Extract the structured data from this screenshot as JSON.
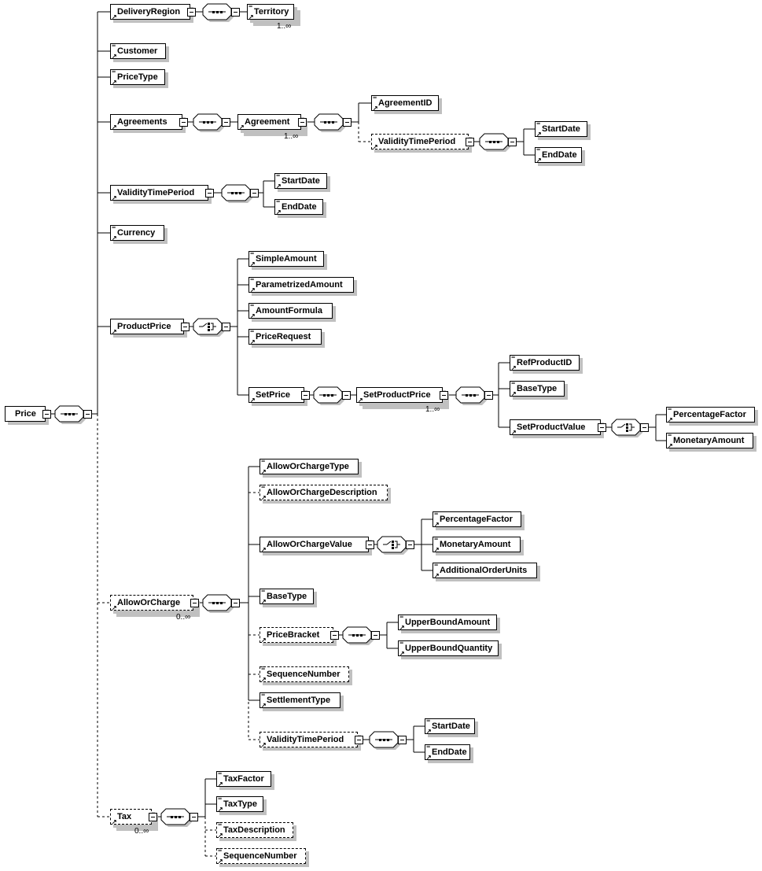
{
  "elements": {
    "price": "Price",
    "deliveryRegion": "DeliveryRegion",
    "territory": "Territory",
    "customer": "Customer",
    "priceType": "PriceType",
    "agreements": "Agreements",
    "agreement": "Agreement",
    "agreementID": "AgreementID",
    "agreementValidityTimePeriod": "ValidityTimePeriod",
    "agreementStartDate": "StartDate",
    "agreementEndDate": "EndDate",
    "validityTimePeriod": "ValidityTimePeriod",
    "startDate": "StartDate",
    "endDate": "EndDate",
    "currency": "Currency",
    "productPrice": "ProductPrice",
    "simpleAmount": "SimpleAmount",
    "parametrizedAmount": "ParametrizedAmount",
    "amountFormula": "AmountFormula",
    "priceRequest": "PriceRequest",
    "setPrice": "SetPrice",
    "setProductPrice": "SetProductPrice",
    "refProductID": "RefProductID",
    "setBaseType": "BaseType",
    "setProductValue": "SetProductValue",
    "setPercentageFactor": "PercentageFactor",
    "setMonetaryAmount": "MonetaryAmount",
    "allowOrCharge": "AllowOrCharge",
    "allowOrChargeType": "AllowOrChargeType",
    "allowOrChargeDescription": "AllowOrChargeDescription",
    "allowOrChargeValue": "AllowOrChargeValue",
    "aocPercentageFactor": "PercentageFactor",
    "aocMonetaryAmount": "MonetaryAmount",
    "additionalOrderUnits": "AdditionalOrderUnits",
    "aocBaseType": "BaseType",
    "priceBracket": "PriceBracket",
    "upperBoundAmount": "UpperBoundAmount",
    "upperBoundQuantity": "UpperBoundQuantity",
    "aocSequenceNumber": "SequenceNumber",
    "settlementType": "SettlementType",
    "aocValidityTimePeriod": "ValidityTimePeriod",
    "aocStartDate": "StartDate",
    "aocEndDate": "EndDate",
    "tax": "Tax",
    "taxFactor": "TaxFactor",
    "taxType": "TaxType",
    "taxDescription": "TaxDescription",
    "taxSequenceNumber": "SequenceNumber"
  },
  "occurrences": {
    "territory": "1..∞",
    "agreement": "1..∞",
    "setProductPrice": "1..∞",
    "allowOrCharge": "0..∞",
    "tax": "0..∞"
  },
  "compositors": {
    "sequence": "sequence-icon",
    "choice": "choice-icon"
  }
}
